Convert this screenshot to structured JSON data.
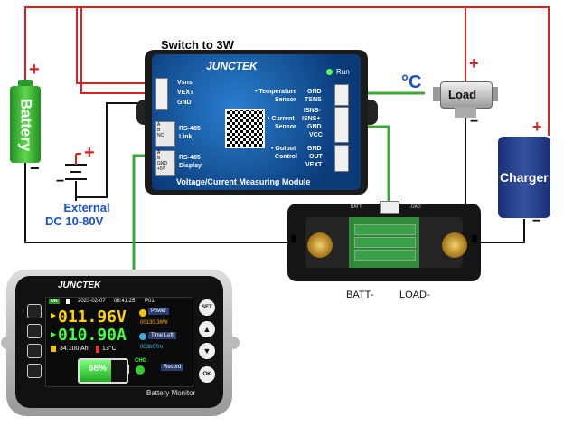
{
  "switch_label": "Switch to 3W",
  "battery": {
    "label": "Battery",
    "plus": "+",
    "minus": "−"
  },
  "external": {
    "line1": "External",
    "line2": "DC 10-80V",
    "plus": "+",
    "minus": "−"
  },
  "module": {
    "brand": "JUNCTEK",
    "run": "Run",
    "title": "Voltage/Current Measuring Module",
    "left_terms": [
      "Vsns",
      "VEXT",
      "GND"
    ],
    "rs485_link": {
      "a": "A",
      "b": "B",
      "nc": "NC",
      "label1": "RS-485",
      "label2": "Link"
    },
    "rs485_display": {
      "a": "A",
      "b": "B",
      "gnd": "GND",
      "v5": "+5V",
      "label1": "RS-485",
      "label2": "Display"
    },
    "temp": {
      "label1": "• Temperature",
      "label2": "Sensor",
      "pins": [
        "GND",
        "TSNS"
      ]
    },
    "current": {
      "label1": "• Current",
      "label2": "Sensor",
      "pins": [
        "ISNS-",
        "ISNS+",
        "GND",
        "VCC"
      ]
    },
    "output": {
      "label1": "• Output",
      "label2": "Control",
      "pins": [
        "GND",
        "OUT",
        "VEXT"
      ]
    }
  },
  "temp_symbol": "°C",
  "load": {
    "label": "Load",
    "plus": "+",
    "minus": "−"
  },
  "charger": {
    "label": "Charger",
    "plus": "+",
    "minus": "−"
  },
  "shunt": {
    "batt": "BATT-",
    "load": "LOAD-",
    "silk_l": "BATT",
    "silk_r": "LOAD"
  },
  "display": {
    "brand": "JUNCTEK",
    "on": "ON",
    "date": "2023-02-07",
    "time": "08:41:25",
    "addr": "P01",
    "voltage": "011.96V",
    "current": "010.90A",
    "power_label": "Power",
    "power_value": "00130.36W",
    "time_left_label": "Time Left",
    "time_left_value": "003h07m",
    "capacity": "34.100 Ah",
    "temperature": "13°C",
    "percent": "68%",
    "percent_value": 68,
    "chg": "CHG",
    "record": "Record",
    "set": "SET",
    "ok": "OK",
    "footer": "Battery Monitor"
  },
  "colors": {
    "wire_red": "#e02020",
    "wire_black": "#111111",
    "wire_green": "#3aaa35",
    "accent_blue": "#1a4fd0",
    "battery_green": "#3cbf2f",
    "charger_blue": "#243f8f"
  }
}
